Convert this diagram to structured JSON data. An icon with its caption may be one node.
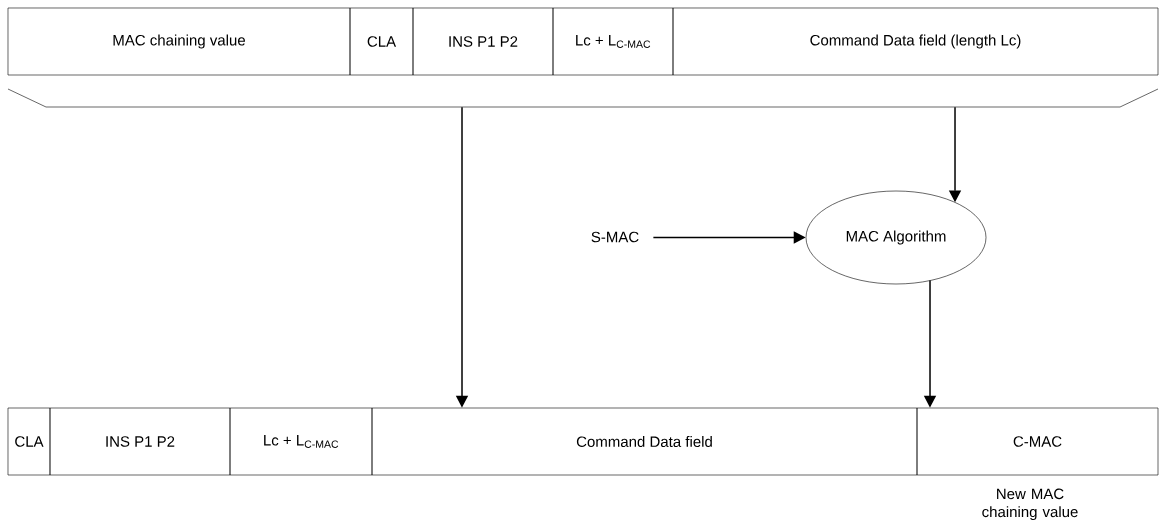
{
  "diagram": {
    "nodes": [
      {
        "text": [
          "MAC chaining value"
        ]
      },
      {
        "text": [
          "CLA"
        ]
      },
      {
        "text": [
          "INS P1 P2"
        ]
      },
      {
        "text": [
          "Lc + L$_{C-MAC}$"
        ]
      },
      {
        "text": [
          "Command Data field  (length Lc)"
        ]
      },
      {
        "text": [],
        "shape": "bracket"
      },
      {
        "text": [
          "S-MAC"
        ]
      },
      {
        "text": [
          "MAC Algorithm"
        ]
      },
      {
        "text": [
          "CLA"
        ]
      },
      {
        "text": [
          "INS P1 P2"
        ]
      },
      {
        "text": [
          "Lc + L$_{C-MAC}$"
        ]
      },
      {
        "text": [
          "Command Data field"
        ]
      },
      {
        "text": [
          "C-MAC"
        ],
        "beside": [
          "New MAC chaining value"
        ]
      }
    ],
    "edges": [
      {
        "from": 5,
        "to": 11,
        "arrow": "to"
      },
      {
        "from": 5,
        "to": 7,
        "arrow": "to"
      },
      {
        "from": 6,
        "to": 7,
        "arrow": "to"
      },
      {
        "from": 7,
        "to": 12,
        "arrow": "to"
      }
    ]
  }
}
